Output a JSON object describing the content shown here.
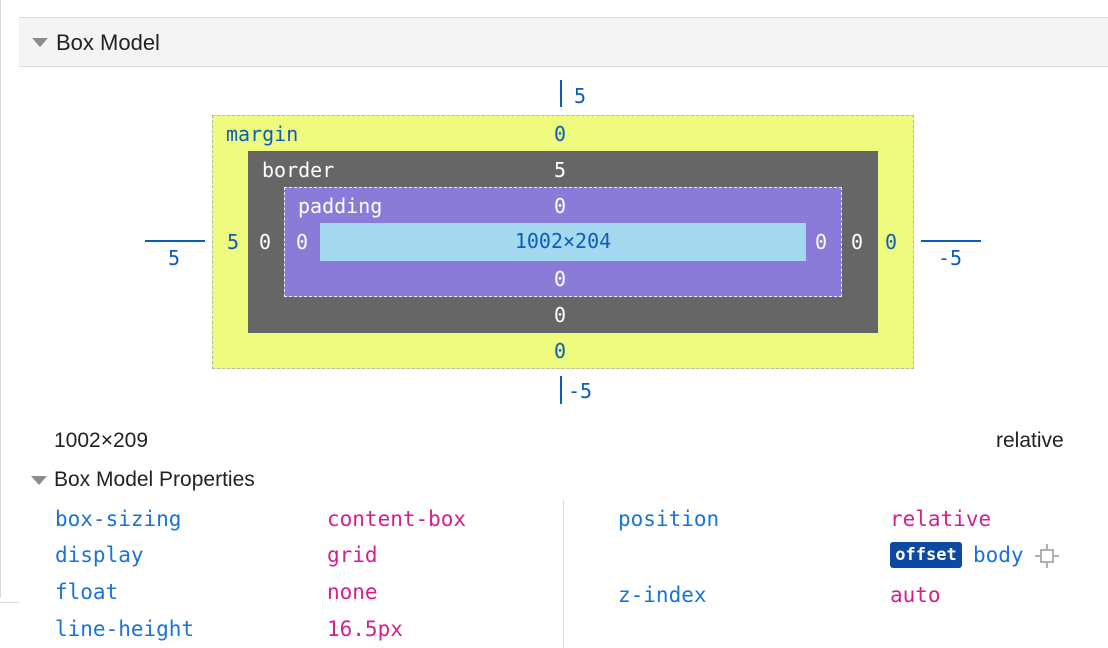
{
  "section": {
    "title": "Box Model",
    "properties_title": "Box Model Properties"
  },
  "box": {
    "margin_label": "margin",
    "border_label": "border",
    "padding_label": "padding",
    "margin": {
      "top": "0",
      "right": "0",
      "bottom": "0",
      "left": "5"
    },
    "border": {
      "top": "5",
      "right": "0",
      "bottom": "0",
      "left": "0"
    },
    "padding": {
      "top": "0",
      "right": "0",
      "bottom": "0",
      "left": "0"
    },
    "content": "1002×204",
    "position_offsets": {
      "top": "5",
      "right": "-5",
      "bottom": "-5",
      "left": "5"
    }
  },
  "summary": {
    "size": "1002×209",
    "position": "relative"
  },
  "properties": {
    "left": [
      {
        "name": "box-sizing",
        "value": "content-box"
      },
      {
        "name": "display",
        "value": "grid"
      },
      {
        "name": "float",
        "value": "none"
      },
      {
        "name": "line-height",
        "value": "16.5px"
      }
    ],
    "right": [
      {
        "name": "position",
        "value": "relative"
      },
      {
        "name": "z-index",
        "value": "auto"
      }
    ],
    "offset_badge": "offset",
    "offset_parent": "body"
  },
  "icons": {
    "section_toggle": "triangle-down-icon",
    "properties_toggle": "triangle-down-icon",
    "highlight": "crosshair-icon"
  }
}
